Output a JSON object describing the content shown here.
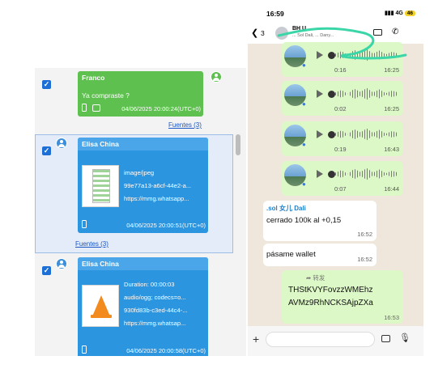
{
  "report": {
    "fuentes_link": "Fuentes (3)",
    "messages": [
      {
        "sender": "Franco",
        "text": "Ya compraste ?",
        "timestamp": "04/06/2025 20:00:24(UTC+0)"
      },
      {
        "sender": "Elisa China",
        "meta": [
          "image/jpeg",
          "99e77a13-a6cf-44e2-a...",
          "https://mmg.whatsapp..."
        ],
        "timestamp": "04/06/2025 20:00:51(UTC+0)"
      },
      {
        "sender": "Elisa China",
        "meta": [
          "Duration: 00:00:03",
          "audio/ogg; codecs=o...",
          "930fd83b-c3ed-44c4-...",
          "https://mmg.whatsap..."
        ],
        "timestamp": "04/06/2025 20:00:58(UTC+0)"
      }
    ]
  },
  "phone": {
    "status_time": "16:59",
    "signal": "4G",
    "battery": "46",
    "back_count": "3",
    "contact_name": "BH U",
    "contact_sub": "... Sol Dali, ... Dany...",
    "voice_notes": [
      {
        "duration": "0:16",
        "time": "16:25"
      },
      {
        "duration": "0:02",
        "time": "16:25"
      },
      {
        "duration": "0:19",
        "time": "16:43"
      },
      {
        "duration": "0:07",
        "time": "16:44"
      }
    ],
    "msg1": {
      "sender": ".sol 女儿 Dali",
      "text": "cerrado 100k al +0,15",
      "time": "16:52"
    },
    "msg2": {
      "text": "pásame wallet",
      "time": "16:52"
    },
    "msg3": {
      "forwarded": "转发",
      "line1": "THStKVYFovzzWMEhz",
      "line2": "AVMz9RhNCKSAjpZXa",
      "time": "16:53"
    }
  },
  "colors": {
    "green_card": "#5ec04f",
    "blue_card": "#2b95e0",
    "wa_out": "#dcf8c6",
    "wa_bg": "#efe7dc"
  }
}
